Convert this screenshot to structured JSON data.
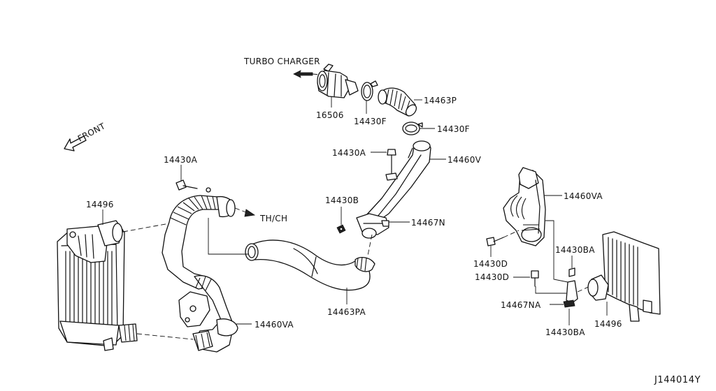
{
  "destinations": {
    "turbo_charger": "TURBO CHARGER",
    "th_ch": "TH/CH",
    "front": "FRONT"
  },
  "part_labels": {
    "p16506": "16506",
    "p14430F_top": "14430F",
    "p14463P": "14463P",
    "p14430F_right": "14430F",
    "p14430A_right": "14430A",
    "p14460V": "14460V",
    "p14430A_left": "14430A",
    "p14496_left": "14496",
    "p14430B": "14430B",
    "p14467N": "14467N",
    "p14460VA_right": "14460VA",
    "p14430BA_upper": "14430BA",
    "p14430D_upper": "14430D",
    "p14430D_lower": "14430D",
    "p14467NA": "14467NA",
    "p14496_right": "14496",
    "p14430BA_lower": "14430BA",
    "p14463PA": "14463PA",
    "p14460VA_left": "14460VA"
  },
  "reference_code": "J144014Y"
}
